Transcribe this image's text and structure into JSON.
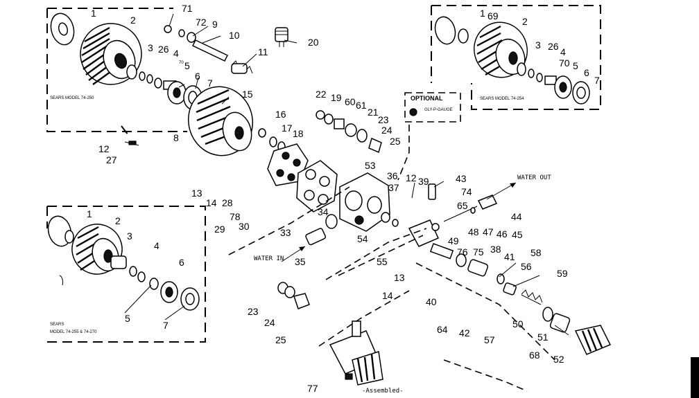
{
  "diagram": {
    "part_numbers": {
      "top_left": [
        "1",
        "2",
        "3",
        "26",
        "4",
        "70",
        "5",
        "6",
        "7",
        "71",
        "72",
        "9",
        "10",
        "11",
        "20",
        "15",
        "8",
        "12",
        "27",
        "16",
        "17",
        "18",
        "13",
        "14",
        "28",
        "78",
        "29",
        "30"
      ],
      "center": [
        "22",
        "19",
        "60",
        "61",
        "21",
        "23",
        "24",
        "25",
        "53",
        "12",
        "39",
        "43",
        "36",
        "37",
        "34",
        "33",
        "54",
        "35",
        "74",
        "65",
        "48",
        "47",
        "46",
        "45",
        "44",
        "49",
        "55",
        "13",
        "14",
        "76",
        "75",
        "38",
        "58",
        "41",
        "56",
        "59",
        "40",
        "64",
        "42",
        "57",
        "50",
        "68",
        "51",
        "52",
        "23",
        "24",
        "25",
        "77"
      ],
      "top_right": [
        "1",
        "69",
        "2",
        "3",
        "26",
        "4",
        "70",
        "5",
        "6",
        "7"
      ],
      "bottom_left": [
        "1",
        "2",
        "3",
        "4",
        "6",
        "5",
        "7"
      ]
    },
    "inset_labels": {
      "top_left": "SEARS MODEL 74-250",
      "top_right": "SEARS MODEL 74-254",
      "bottom_left_line1": "SEARS",
      "bottom_left_line2": "MODEL 74-255 & 74-270",
      "optional_title": "OPTIONAL",
      "optional_sub": "GLY-P-GAUGE"
    },
    "callouts": {
      "water_out": "WATER OUT",
      "water_in": "WATER IN",
      "assembled": "-Assembled-"
    }
  }
}
